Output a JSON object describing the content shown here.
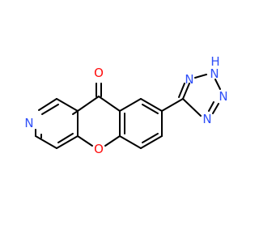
{
  "molecule": {
    "atoms": {
      "carbonyl_oxygen": "O",
      "ring_oxygen": "O",
      "pyridine_nitrogen": "N",
      "tetrazole_n1": "N",
      "tetrazole_n2_h": "H",
      "tetrazole_n2": "N",
      "tetrazole_n3": "N",
      "tetrazole_n4": "N"
    }
  },
  "colors": {
    "bond": "#000000",
    "oxygen": "#ff0d0d",
    "nitrogen": "#3050f8",
    "background": "#ffffff"
  }
}
